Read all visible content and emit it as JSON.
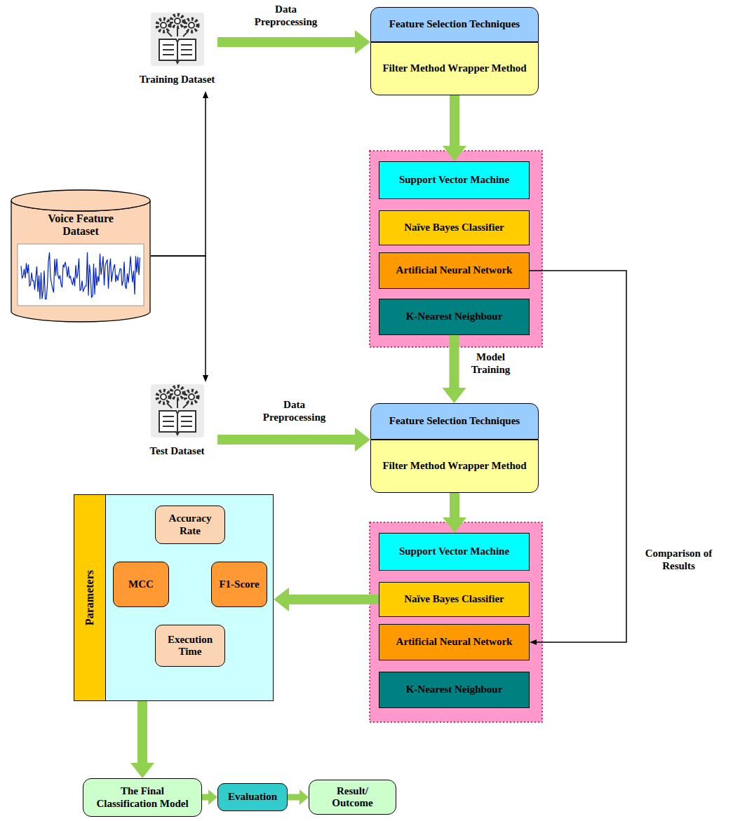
{
  "diagram": {
    "nodes": [
      {
        "text": [
          "Voice Feature Dataset"
        ]
      },
      {
        "text": [
          "Training Dataset"
        ]
      },
      {
        "text": [
          "Feature Selection Techniques"
        ]
      },
      {
        "text": [
          "Filter Method Wrapper Method"
        ]
      },
      {
        "text": [
          "Support Vector Machine"
        ]
      },
      {
        "text": [
          "Naïve Bayes Classifier"
        ]
      },
      {
        "text": [
          "Artificial Neural Network"
        ]
      },
      {
        "text": [
          "K-Nearest Neighbour"
        ]
      },
      {
        "text": [
          "Test Dataset"
        ]
      },
      {
        "text": [
          "Feature Selection Techniques"
        ]
      },
      {
        "text": [
          "Filter Method Wrapper Method"
        ]
      },
      {
        "text": [
          "Support Vector Machine"
        ]
      },
      {
        "text": [
          "Naïve Bayes Classifier"
        ]
      },
      {
        "text": [
          "Artificial Neural Network"
        ]
      },
      {
        "text": [
          "K-Nearest Neighbour"
        ]
      },
      {
        "text": [
          "Parameters"
        ]
      },
      {
        "text": [
          "Accuracy Rate"
        ],
        "in": 15
      },
      {
        "text": [
          "MCC"
        ],
        "in": 15
      },
      {
        "text": [
          "F1-Score"
        ],
        "in": 15
      },
      {
        "text": [
          "Execution Time"
        ],
        "in": 15
      },
      {
        "text": [
          "The Final Classification Model"
        ]
      },
      {
        "text": [
          "Evaluation"
        ]
      },
      {
        "text": [
          "Result/ Outcome"
        ]
      }
    ],
    "edges": [
      {
        "from": 0,
        "to": 1,
        "arrow": "to"
      },
      {
        "from": 0,
        "to": 8,
        "arrow": "to"
      },
      {
        "from": 1,
        "to": 2,
        "label": "Data Preprocessing",
        "arrow": "to"
      },
      {
        "from": 3,
        "to": 4,
        "arrow": "to"
      },
      {
        "from": 7,
        "to": 9,
        "label": "Model Training",
        "arrow": "to"
      },
      {
        "from": 8,
        "to": 9,
        "label": "Data Preprocessing",
        "arrow": "to"
      },
      {
        "from": 10,
        "to": 11,
        "arrow": "to"
      },
      {
        "from": 6,
        "to": 13,
        "label": "Comparison of Results",
        "arrow": "to"
      },
      {
        "from": 12,
        "to": 15,
        "arrow": "to"
      },
      {
        "from": 16,
        "to": 19,
        "arrow": "both"
      },
      {
        "from": 17,
        "to": 18,
        "arrow": "both"
      },
      {
        "from": 15,
        "to": 20,
        "arrow": "to"
      },
      {
        "from": 20,
        "to": 21,
        "arrow": "to"
      },
      {
        "from": 21,
        "to": 22,
        "arrow": "to"
      }
    ]
  }
}
